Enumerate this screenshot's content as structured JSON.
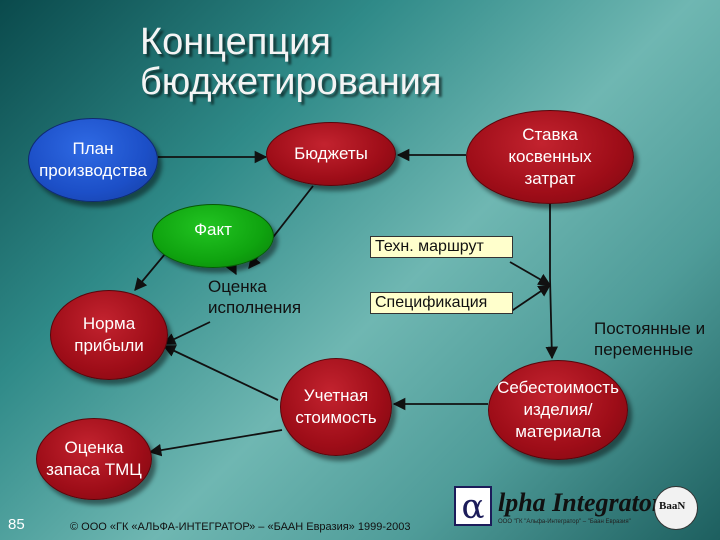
{
  "title": {
    "line1": "Концепция",
    "line2": "бюджетирования"
  },
  "nodes": {
    "plan": "План производства",
    "budgets": "Бюджеты",
    "rate": "Ставка косвенных затрат",
    "fact": "Факт",
    "norm": "Норма прибыли",
    "stock": "Оценка запаса ТМЦ",
    "cost": "Учетная стоимость",
    "product_cost": "Себестоимость изделия/ материала"
  },
  "labels": {
    "execution": "Оценка исполнения",
    "route": "Техн. маршрут",
    "spec": "Спецификация",
    "fixed": "Постоянные и переменные"
  },
  "footer": {
    "page_number": "85",
    "copyright": "© ООО «ГК «АЛЬФА-ИНТЕГРАТОР» – «БААН Евразия» 1999-2003",
    "logo_text": "lpha Integrator",
    "logo_symbol": "α",
    "logo_sub": "ООО \"ГК \"Альфа-Интегратор\" – \"Баан Евразия\"",
    "seal_text": "BaaN"
  },
  "colors": {
    "red_node": "#9e0d18",
    "blue_node": "#1c4fc7",
    "green_node": "#0fa30f",
    "label_box": "#ffffcc"
  }
}
